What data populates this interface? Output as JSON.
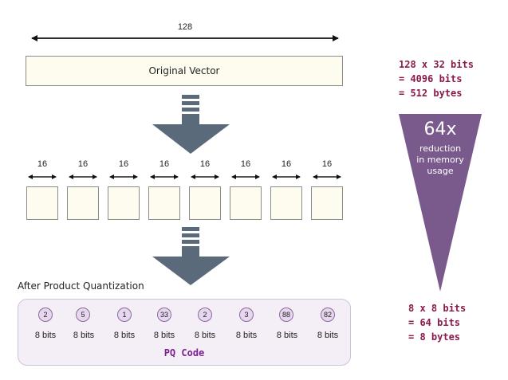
{
  "top_dimension": "128",
  "original_vector_label": "Original Vector",
  "subvector_dimensions": [
    "16",
    "16",
    "16",
    "16",
    "16",
    "16",
    "16",
    "16"
  ],
  "after_label": "After Product Quantization",
  "pq_codes": [
    "2",
    "5",
    "1",
    "33",
    "2",
    "3",
    "88",
    "82"
  ],
  "code_bits": [
    "8 bits",
    "8 bits",
    "8 bits",
    "8 bits",
    "8 bits",
    "8 bits",
    "8 bits",
    "8 bits"
  ],
  "pq_code_label": "PQ Code",
  "original_size": {
    "line1": "128 x 32 bits",
    "line2": "= 4096 bits",
    "line3": "= 512 bytes"
  },
  "reduction": {
    "factor": "64x",
    "line1": "reduction",
    "line2": "in memory",
    "line3": "usage"
  },
  "compressed_size": {
    "line1": "8 x 8 bits",
    "line2": "= 64 bits",
    "line3": "= 8 bytes"
  },
  "colors": {
    "arrow": "#5a6a7a",
    "triangle": "#7a5a8c",
    "stat_text": "#8b1a4a",
    "pq_title": "#7a1f8c",
    "panel": "#f4eef6"
  }
}
